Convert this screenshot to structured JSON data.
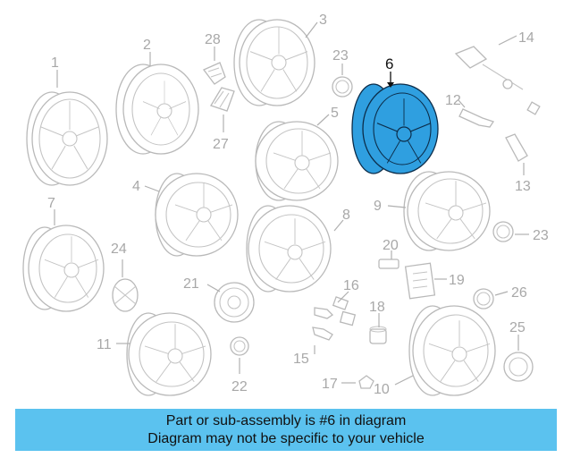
{
  "highlighted_part": "6",
  "colors": {
    "highlight": "#2f9fe0",
    "banner": "#5bc2ef",
    "line_art": "#b9b9b9"
  },
  "callouts": {
    "p1": "1",
    "p2": "2",
    "p3": "3",
    "p4": "4",
    "p5": "5",
    "p6": "6",
    "p7": "7",
    "p8": "8",
    "p9": "9",
    "p10": "10",
    "p11": "11",
    "p12": "12",
    "p13": "13",
    "p14": "14",
    "p15": "15",
    "p16": "16",
    "p17": "17",
    "p18": "18",
    "p19": "19",
    "p20": "20",
    "p21": "21",
    "p22": "22",
    "p23a": "23",
    "p23b": "23",
    "p24": "24",
    "p25": "25",
    "p26": "26",
    "p27": "27",
    "p28": "28"
  },
  "banner": {
    "line1": "Part or sub-assembly is #6 in diagram",
    "line2": "Diagram may not be specific to your vehicle"
  }
}
